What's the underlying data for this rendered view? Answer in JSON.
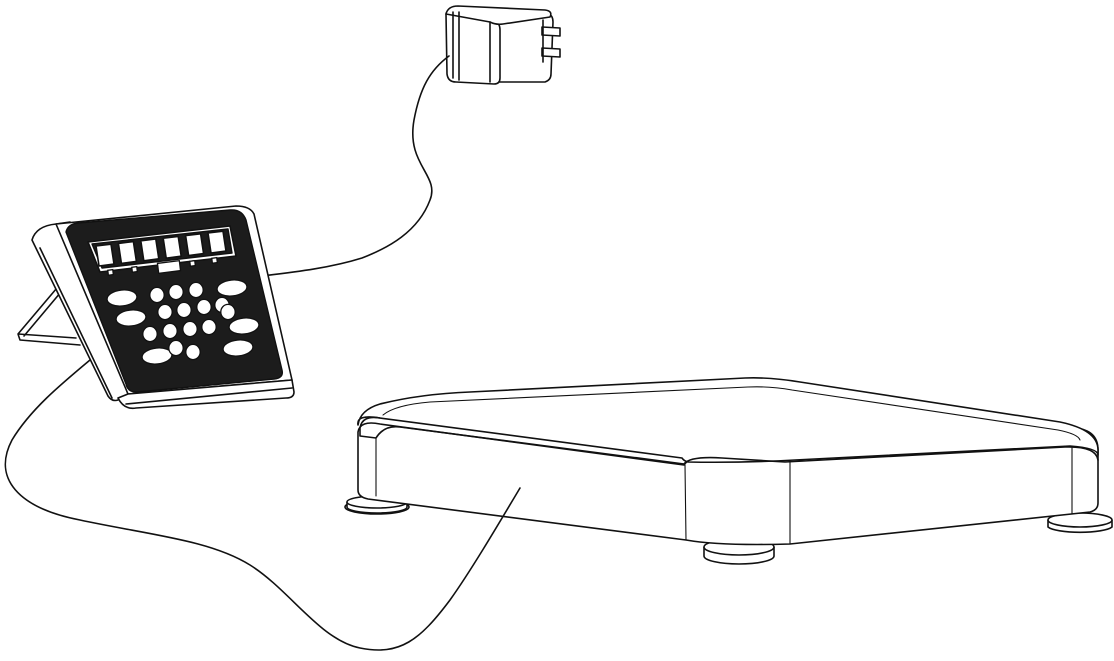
{
  "figure": {
    "components": [
      {
        "name": "ac-adapter"
      },
      {
        "name": "display-indicator"
      },
      {
        "name": "weighing-platform"
      },
      {
        "name": "adapter-cable"
      },
      {
        "name": "platform-cable"
      },
      {
        "name": "indicator-stand"
      }
    ],
    "indicator": {
      "display_digits": 6,
      "round_keys": 14,
      "oval_keys": 6
    },
    "platform": {
      "feet": 3
    },
    "colors": {
      "line": "#111111",
      "panel": "#1c1c1c",
      "background": "#ffffff"
    }
  }
}
